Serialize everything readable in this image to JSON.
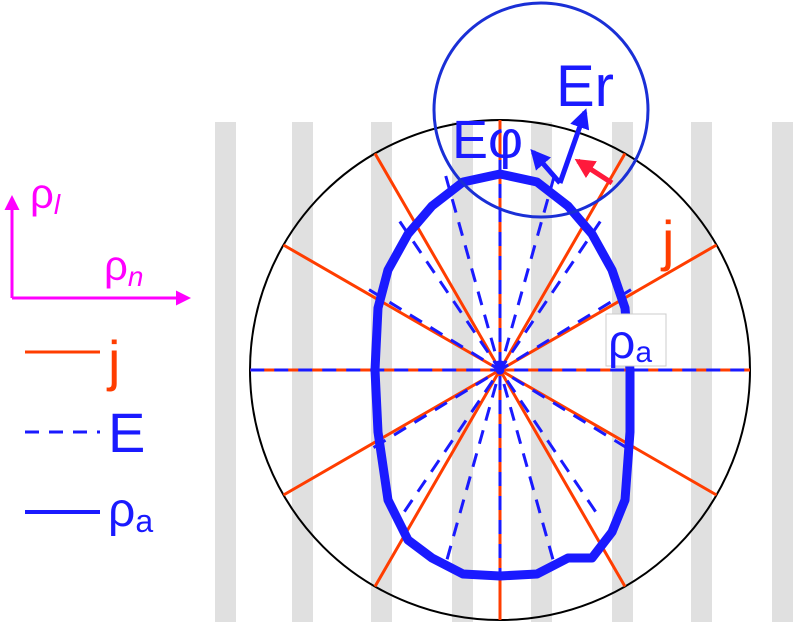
{
  "labels": {
    "j_main": "j",
    "er": "Er",
    "ephi": "Eφ",
    "rho_a_main": "ρ",
    "rho_a_main_sub": "a",
    "rho_l": "ρ",
    "rho_l_sub": "l",
    "rho_n": "ρ",
    "rho_n_sub": "n"
  },
  "legend": {
    "items": [
      {
        "label": "j",
        "style": "solid",
        "color": "#ff3d00"
      },
      {
        "label": "E",
        "style": "dashed",
        "color": "#1a1aff"
      },
      {
        "label": "ρ",
        "sub": "a",
        "style": "solid",
        "color": "#1a1aff"
      }
    ]
  },
  "colors": {
    "current": "#ff3d00",
    "field": "#1a1aff",
    "rho_a": "#1a1aff",
    "axis": "#ff00ff",
    "circle": "#000000",
    "inset_circle": "#1a2fd6",
    "stripes": "#e0e0e0",
    "arrow_red": "#ff1a3c"
  }
}
